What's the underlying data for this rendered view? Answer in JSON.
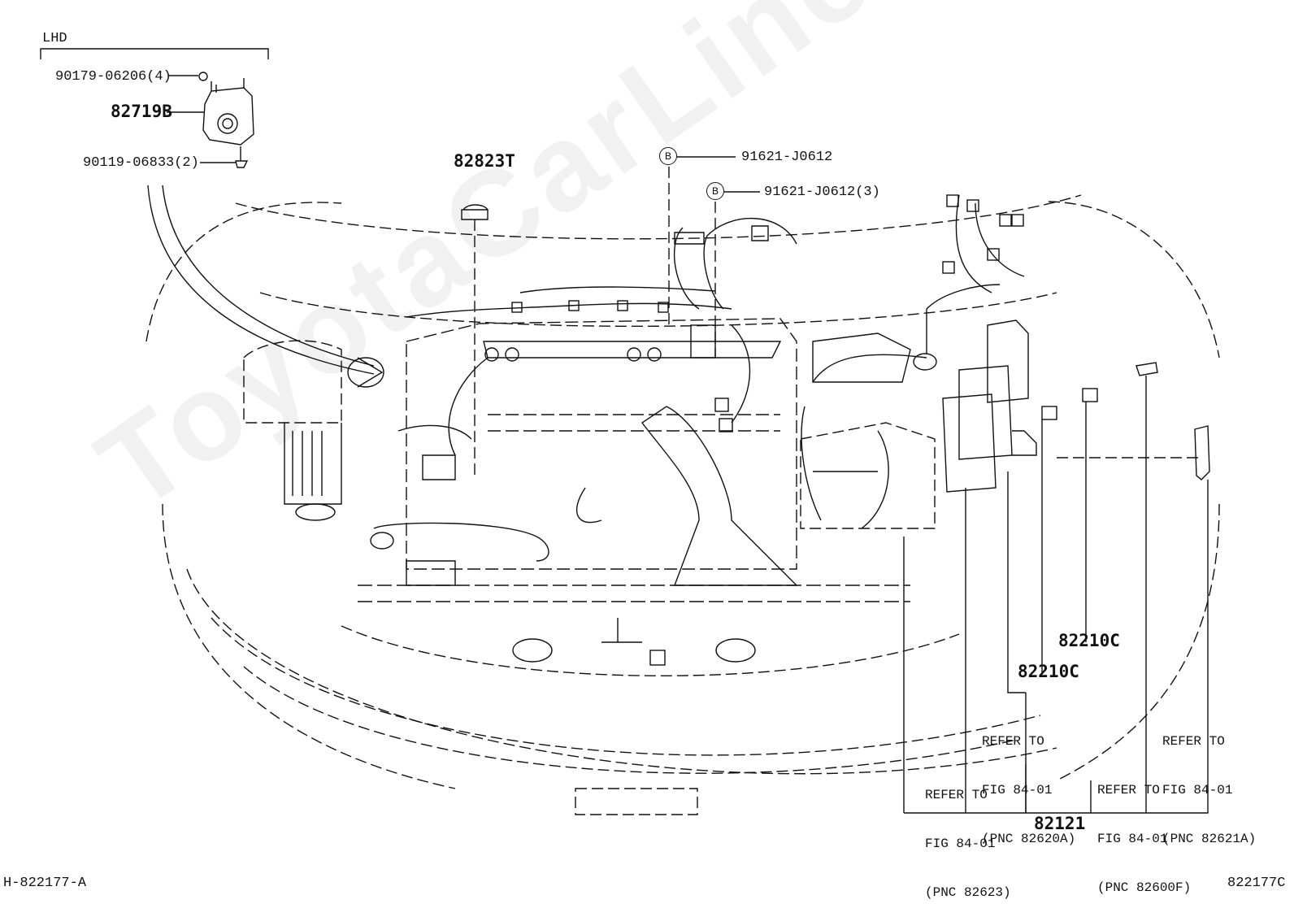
{
  "watermark": "ToyotaCarLine.ru",
  "region_label": "LHD",
  "callouts": {
    "bolt_90179": "90179-06206(4)",
    "bracket_82719B": "82719B",
    "screw_90119": "90119-06833(2)",
    "grommet_82823T": "82823T",
    "clamp_b1": "91621-J0612",
    "clamp_b2": "91621-J0612(3)",
    "clip_82210C_a": "82210C",
    "clip_82210C_b": "82210C",
    "assembly_82121": "82121"
  },
  "b_marker": "B",
  "refer_notes": {
    "note_82620A": [
      "REFER TO",
      "FIG 84-01",
      "(PNC 82620A)"
    ],
    "note_82621A": [
      "REFER TO",
      "FIG 84-01",
      "(PNC 82621A)"
    ],
    "note_82623": [
      "REFER TO",
      "FIG 84-01",
      "(PNC 82623)"
    ],
    "note_82600F": [
      "REFER TO",
      "FIG 84-01",
      "(PNC 82600F)"
    ]
  },
  "footer": {
    "left_code": "H-822177-A",
    "right_code": "822177C"
  }
}
